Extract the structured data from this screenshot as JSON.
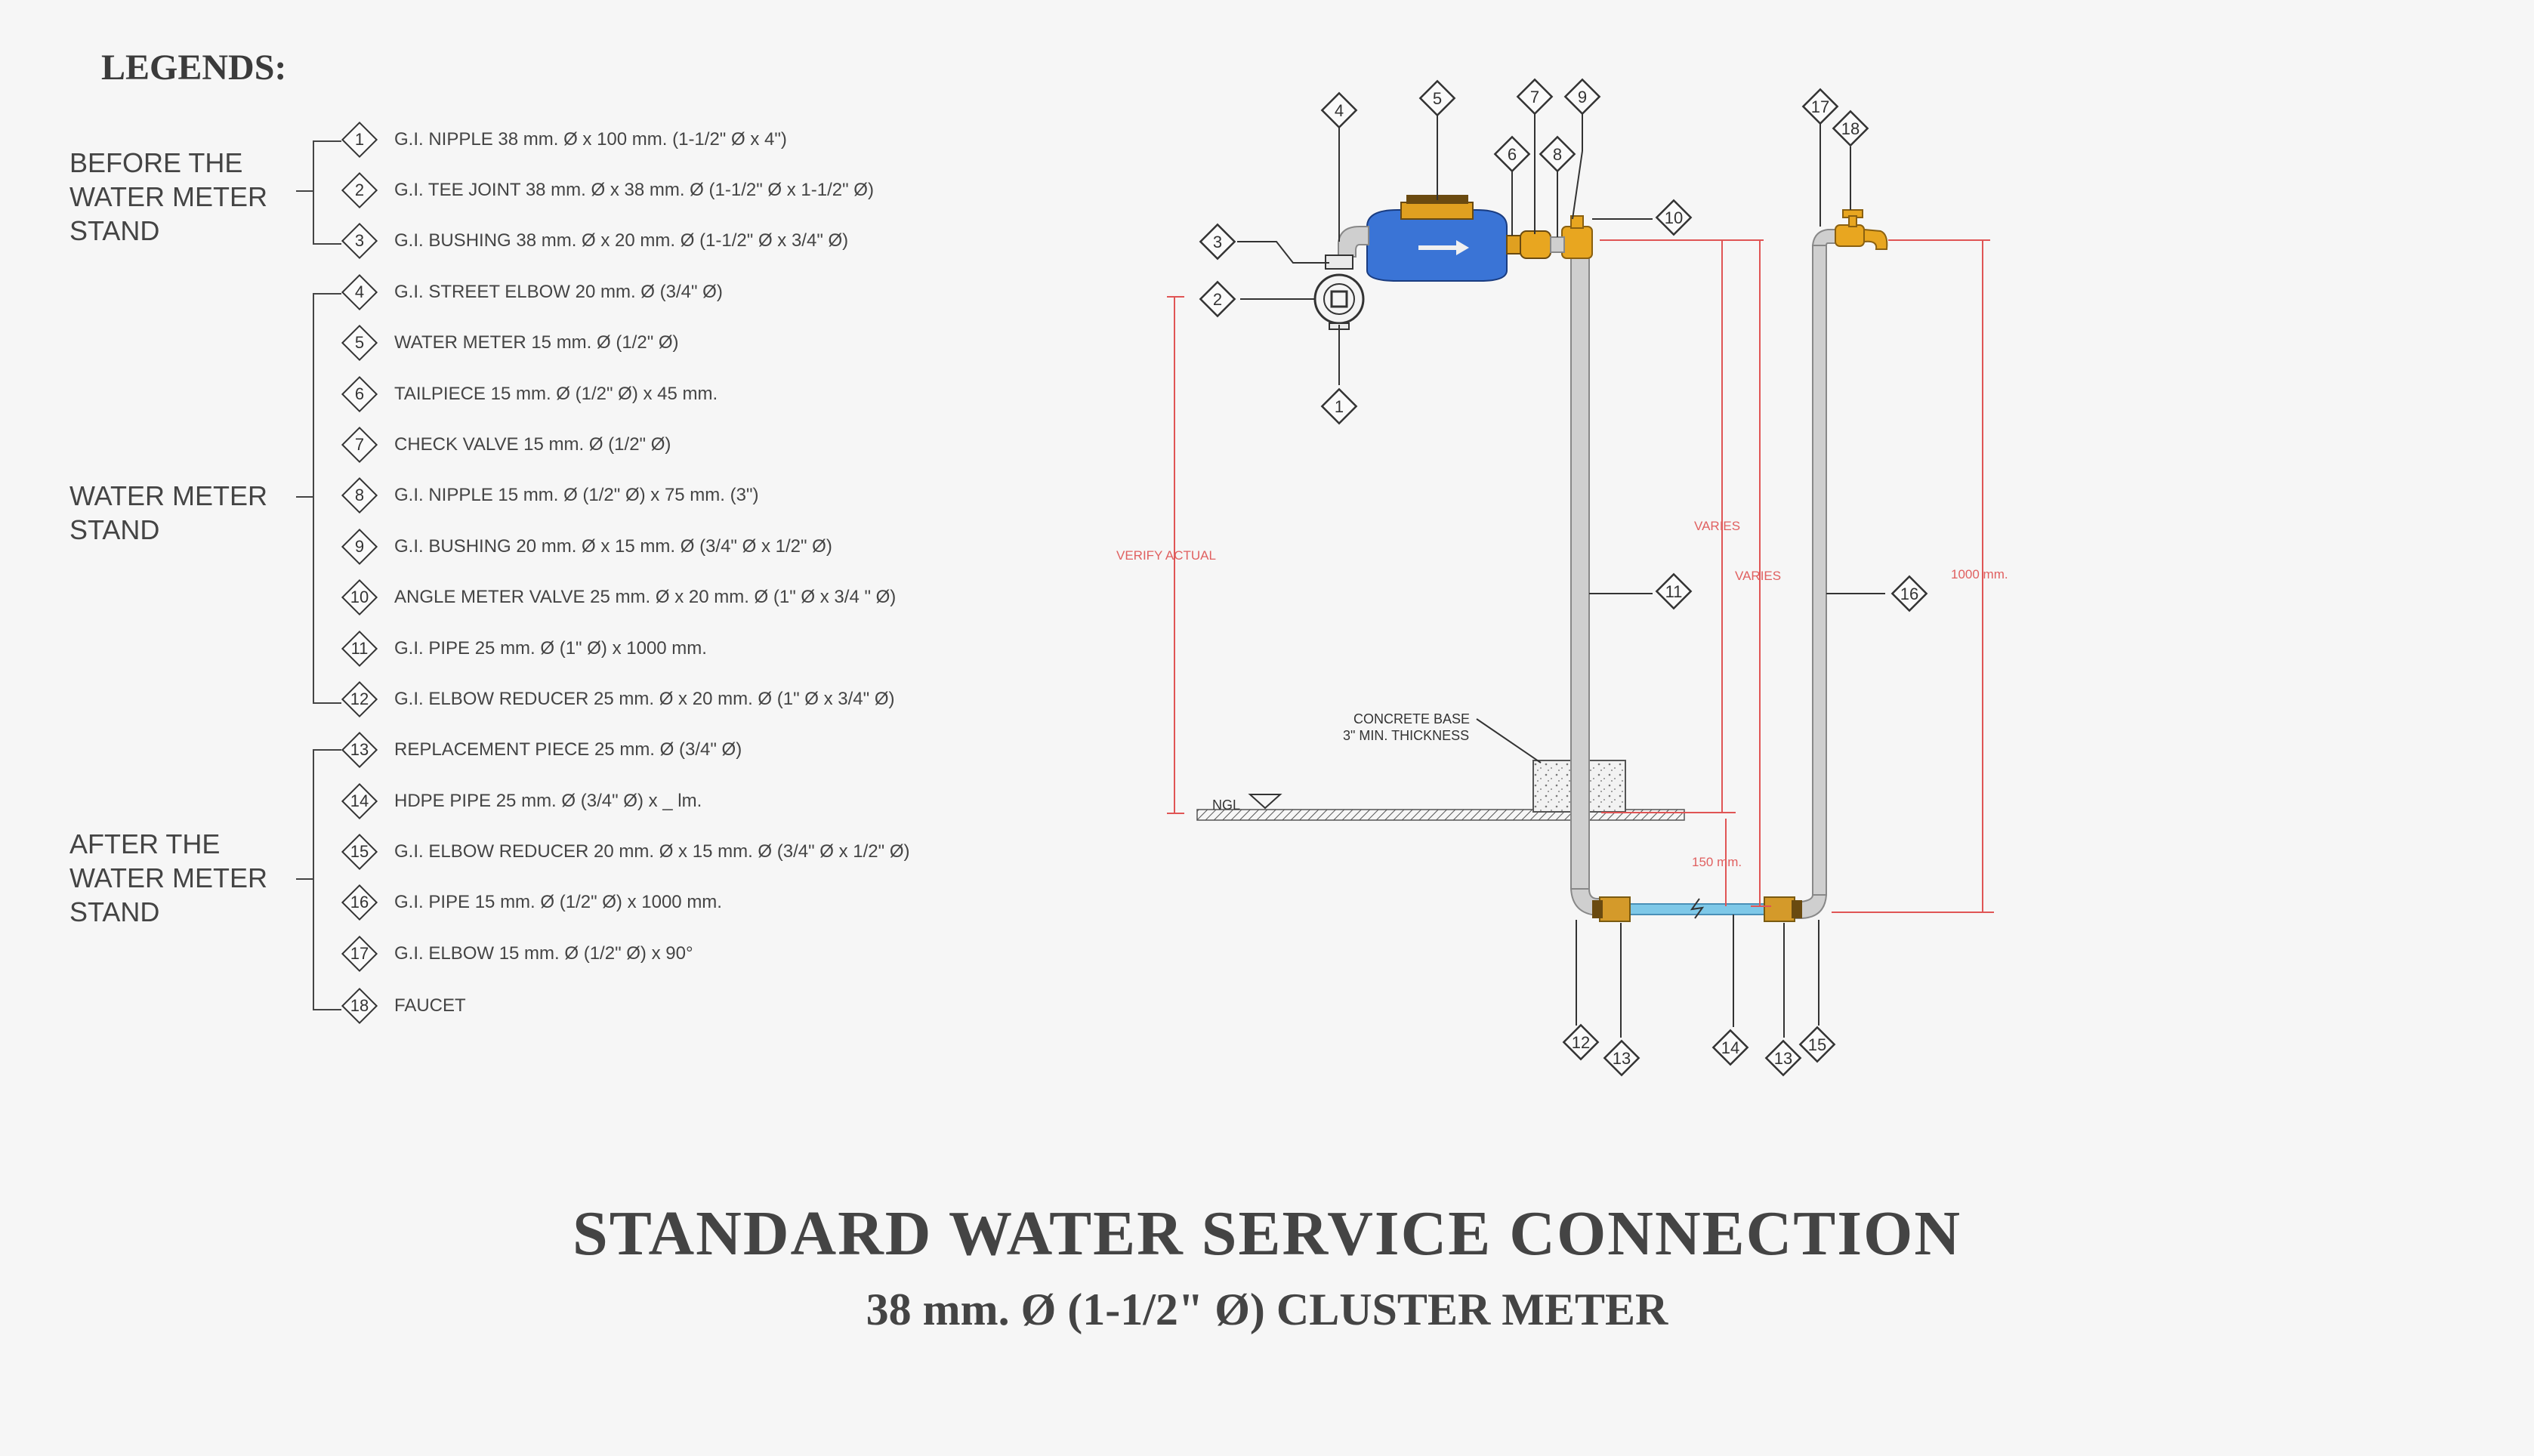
{
  "legend": {
    "title": "LEGENDS:",
    "groups": [
      {
        "label": "BEFORE THE\nWATER METER\nSTAND"
      },
      {
        "label": "WATER METER\nSTAND"
      },
      {
        "label": "AFTER THE\nWATER METER\nSTAND"
      }
    ],
    "items": [
      {
        "num": "1",
        "text": "G.I. NIPPLE 38 mm. Ø x 100 mm. (1-1/2\" Ø x 4\")"
      },
      {
        "num": "2",
        "text": "G.I. TEE JOINT 38 mm. Ø x 38 mm. Ø (1-1/2\" Ø x 1-1/2\" Ø)"
      },
      {
        "num": "3",
        "text": "G.I. BUSHING 38 mm. Ø x 20 mm. Ø (1-1/2\" Ø x 3/4\" Ø)"
      },
      {
        "num": "4",
        "text": "G.I. STREET ELBOW 20 mm. Ø (3/4\" Ø)"
      },
      {
        "num": "5",
        "text": "WATER METER 15 mm. Ø (1/2\" Ø)"
      },
      {
        "num": "6",
        "text": "TAILPIECE 15 mm. Ø (1/2\" Ø) x 45 mm."
      },
      {
        "num": "7",
        "text": "CHECK VALVE 15 mm. Ø (1/2\" Ø)"
      },
      {
        "num": "8",
        "text": "G.I. NIPPLE 15 mm. Ø (1/2\" Ø) x 75 mm. (3\")"
      },
      {
        "num": "9",
        "text": "G.I. BUSHING 20 mm. Ø x 15 mm. Ø (3/4\" Ø x 1/2\" Ø)"
      },
      {
        "num": "10",
        "text": "ANGLE METER VALVE 25 mm. Ø x 20 mm. Ø (1\" Ø x 3/4 \" Ø)"
      },
      {
        "num": "11",
        "text": "G.I. PIPE 25 mm. Ø (1\" Ø) x 1000 mm."
      },
      {
        "num": "12",
        "text": "G.I. ELBOW REDUCER 25 mm. Ø x 20 mm. Ø (1\" Ø x 3/4\" Ø)"
      },
      {
        "num": "13",
        "text": "REPLACEMENT PIECE 25 mm. Ø (3/4\" Ø)"
      },
      {
        "num": "14",
        "text": "HDPE PIPE 25 mm. Ø (3/4\" Ø) x _ lm."
      },
      {
        "num": "15",
        "text": "G.I. ELBOW REDUCER 20 mm. Ø x 15 mm. Ø (3/4\" Ø x 1/2\" Ø)"
      },
      {
        "num": "16",
        "text": "G.I. PIPE 15 mm. Ø (1/2\" Ø) x 1000 mm."
      },
      {
        "num": "17",
        "text": "G.I. ELBOW 15 mm. Ø (1/2\" Ø) x 90°"
      },
      {
        "num": "18",
        "text": "FAUCET"
      }
    ]
  },
  "diagram": {
    "dimension_labels": {
      "verify_actual": "VERIFY ACTUAL",
      "varies_1": "VARIES",
      "varies_2": "VARIES",
      "length_1000": "1000 mm.",
      "length_150": "150 mm."
    },
    "concrete_base_line1": "CONCRETE BASE",
    "concrete_base_line2": "3\" MIN. THICKNESS",
    "ngl_label": "NGL",
    "tags": {
      "t1": "1",
      "t2": "2",
      "t3": "3",
      "t4": "4",
      "t5": "5",
      "t6": "6",
      "t7": "7",
      "t8": "8",
      "t9": "9",
      "t10": "10",
      "t11": "11",
      "t12": "12",
      "t13a": "13",
      "t13b": "13",
      "t14": "14",
      "t15": "15",
      "t16": "16",
      "t17": "17",
      "t18": "18"
    },
    "colors": {
      "pipe": "#c9c9c9",
      "meter_body": "#3a74d6",
      "brass": "#e0a020",
      "dimension": "#e05555",
      "hdpe": "#7ec8e8"
    }
  },
  "title": "STANDARD WATER SERVICE CONNECTION",
  "subtitle": "38 mm. Ø (1-1/2\" Ø) CLUSTER METER"
}
